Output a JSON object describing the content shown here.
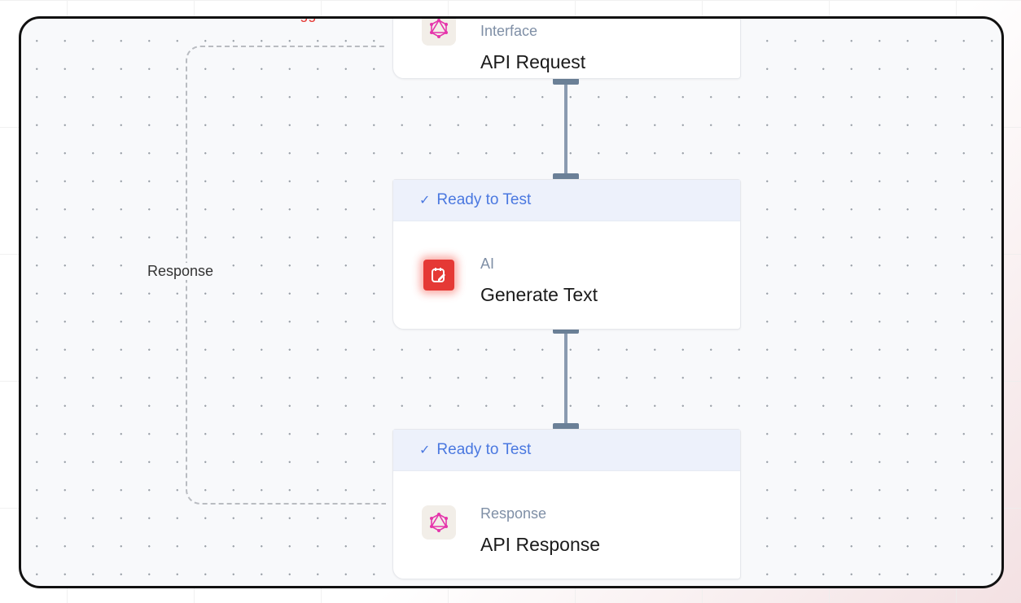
{
  "canvas": {
    "trigger_edge_label": "Trigger",
    "response_edge_label": "Response"
  },
  "nodes": [
    {
      "status": "",
      "category": "Interface",
      "title": "API Request",
      "icon": "graphql-icon"
    },
    {
      "status": "Ready to Test",
      "category": "AI",
      "title": "Generate Text",
      "icon": "ai-text-icon"
    },
    {
      "status": "Ready to Test",
      "category": "Response",
      "title": "API Response",
      "icon": "graphql-icon"
    }
  ],
  "colors": {
    "status": "#4a78e0",
    "ai_icon": "#e53935",
    "graphql": "#e535ab",
    "trigger": "#e53935"
  }
}
